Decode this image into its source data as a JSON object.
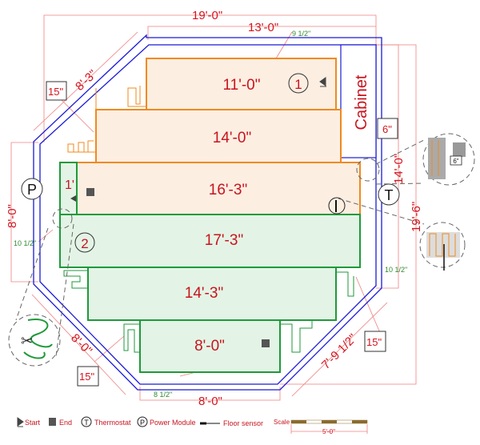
{
  "dimensions": {
    "overall_width": "19'-0\"",
    "inner_width": "13'-0\"",
    "top_gap": "9 1/2\"",
    "top_left_diagonal": "8'-3\"",
    "left_height": "8'-0\"",
    "left_gap": "10 1/2\"",
    "bottom_left_diagonal": "8'-0\"",
    "bottom_width": "8'-0\"",
    "bottom_gap": "8 1/2\"",
    "bottom_right_diagonal": "7'-9 1/2\"",
    "right_gap": "10 1/2\"",
    "right_height_inner": "14'-0\"",
    "right_height_overall": "19'-6\"",
    "callouts": [
      "15\"",
      "6\"",
      "15\"",
      "15\""
    ]
  },
  "zones": [
    {
      "label": "11'-0\"",
      "circuit": "1"
    },
    {
      "label": "14'-0\"",
      "circuit": "1"
    },
    {
      "label": "16'-3\"",
      "circuit": "1"
    },
    {
      "label": "1'",
      "circuit": "2"
    },
    {
      "label": "17'-3\"",
      "circuit": "2"
    },
    {
      "label": "14'-3\"",
      "circuit": "2"
    },
    {
      "label": "8'-0\"",
      "circuit": "2"
    }
  ],
  "circuit_markers": [
    "1",
    "2"
  ],
  "cabinet_label": "Cabinet",
  "symbols": {
    "thermostat": "T",
    "power": "P"
  },
  "detail_label": "6\"",
  "legend": {
    "start": "Start",
    "end": "End",
    "thermostat": "Thermostat",
    "thermostat_symbol": "T",
    "power_module": "Power Module",
    "power_symbol": "P",
    "floor_sensor": "Floor sensor",
    "scale_label": "Scale",
    "scale_value": "5'-0\""
  },
  "colors": {
    "wall": "#1a1ad6",
    "circuit1": "#f08a1e",
    "circuit1_fill": "#fdeee2",
    "circuit2": "#1e9a3a",
    "circuit2_fill": "#e3f4e6",
    "dimension": "#f08080",
    "text": "#d4141e"
  }
}
